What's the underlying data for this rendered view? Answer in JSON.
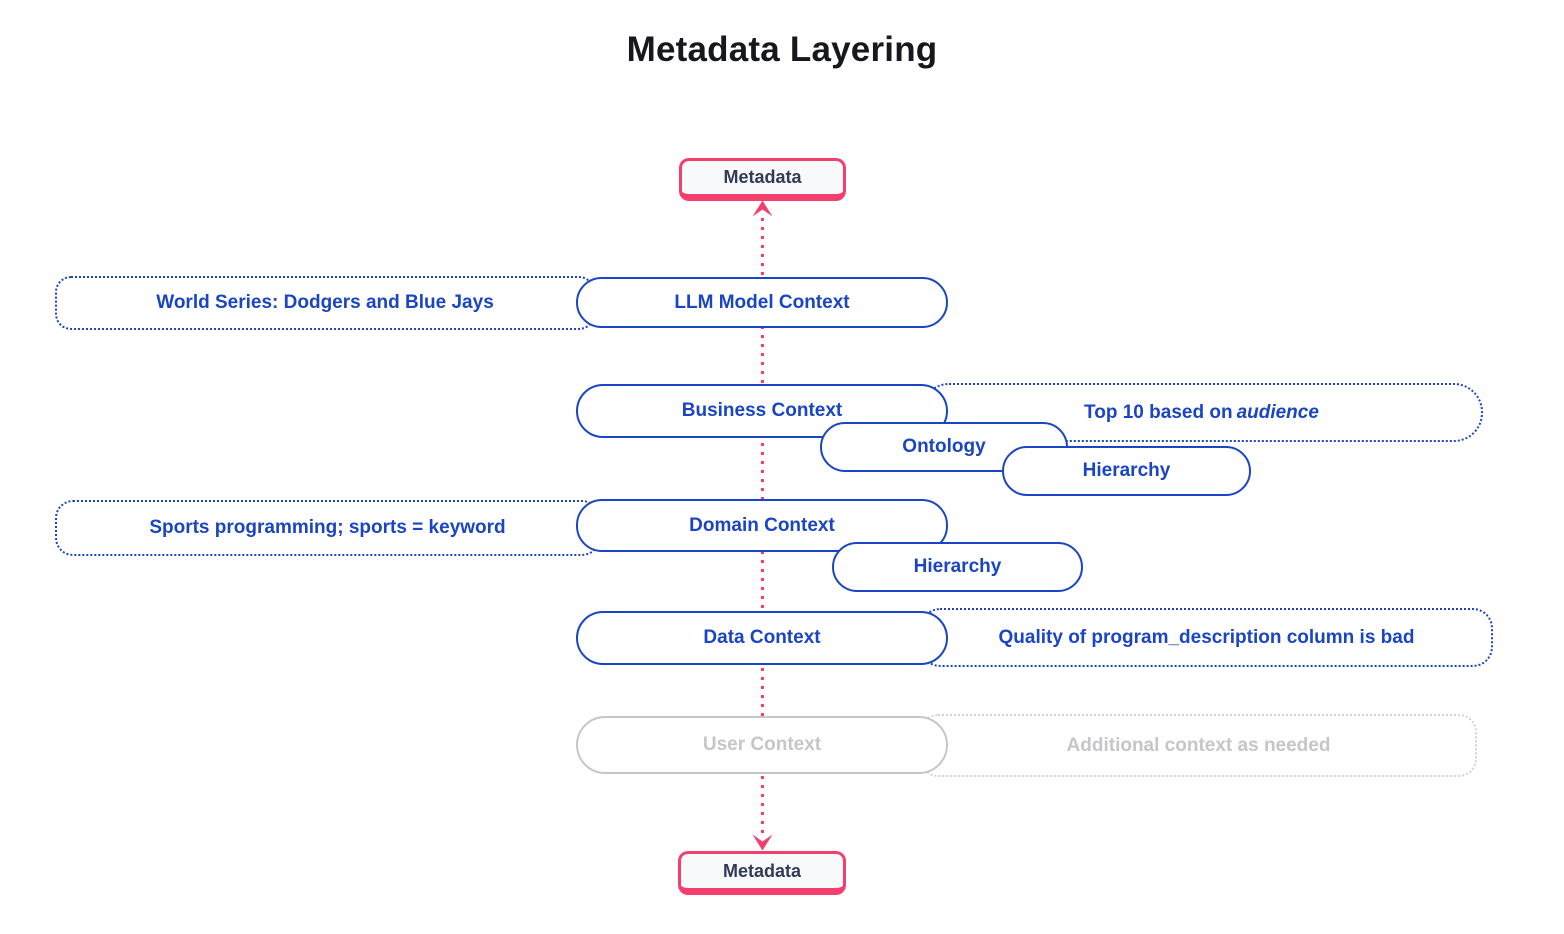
{
  "title": "Metadata Layering",
  "colors": {
    "blue": "#1a45c4",
    "pink": "#f43f6e",
    "navy": "#333a56",
    "gray": "#c6c6c9",
    "gray-dotted": "#d2d2d4",
    "title": "#16181d"
  },
  "metadata_top": {
    "label": "Metadata"
  },
  "metadata_bottom": {
    "label": "Metadata"
  },
  "rows": [
    {
      "context": "LLM Model Context",
      "annotation": "World Series: Dodgers and Blue Jays",
      "annotation_side": "left"
    },
    {
      "context": "Business Context",
      "annotation_prefix": "Top 10 based on",
      "annotation_italic": "audience",
      "annotation_side": "right",
      "sub_boxes": [
        "Ontology",
        "Hierarchy"
      ]
    },
    {
      "context": "Domain Context",
      "annotation": "Sports programming; sports = keyword",
      "annotation_side": "left",
      "sub_boxes": [
        "Hierarchy"
      ]
    },
    {
      "context": "Data Context",
      "annotation": "Quality of program_description column is bad",
      "annotation_side": "right"
    },
    {
      "context": "User Context",
      "annotation": "Additional context as needed",
      "annotation_side": "right",
      "muted": true
    }
  ]
}
